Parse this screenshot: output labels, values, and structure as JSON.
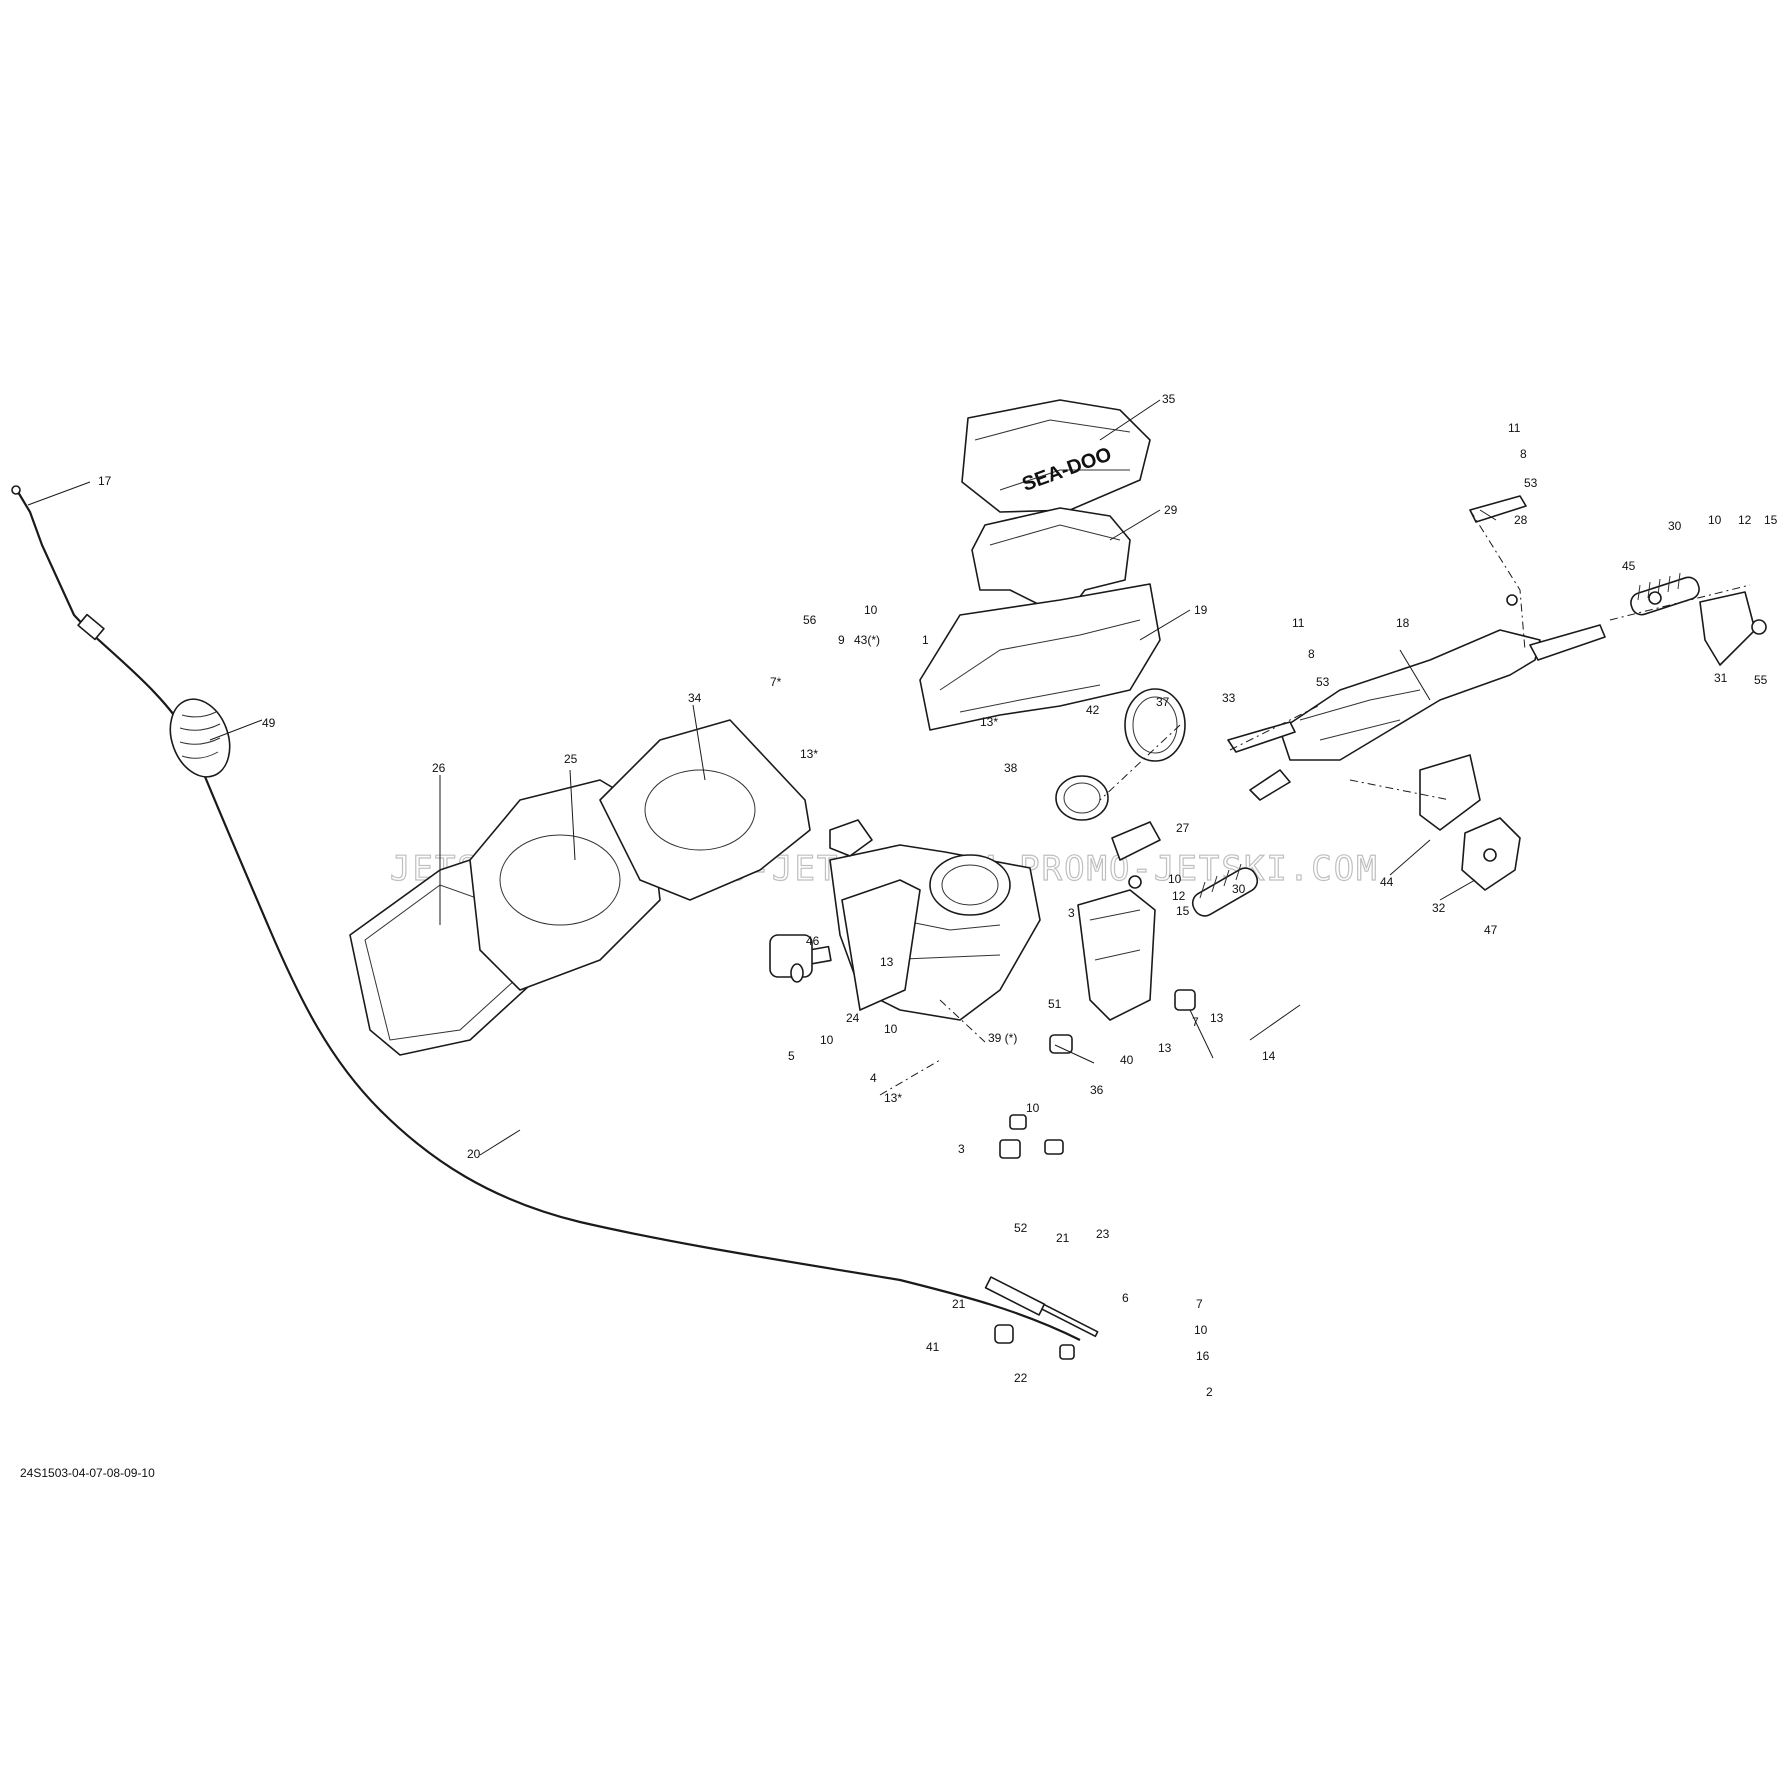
{
  "diagram": {
    "document_code": "24S1503-04-07-08-09-10",
    "watermark": "JETSKI.COM  PROMO-JETSKI.COM  PROMO-JETSKI.COM",
    "logo_text": "SEA-DOO",
    "callouts": {
      "c17": "17",
      "c49": "49",
      "c20": "20",
      "c26": "26",
      "c25": "25",
      "c34": "34",
      "c56": "56",
      "c10a": "10",
      "c9": "9",
      "c43": "43(*)",
      "c1": "1",
      "c7s": "7*",
      "c13s_a": "13*",
      "c13s_b": "13*",
      "c38": "38",
      "c35": "35",
      "c29": "29",
      "c19": "19",
      "c42": "42",
      "c37": "37",
      "c46": "46",
      "c27": "27",
      "c30a": "30",
      "c10b": "10",
      "c15a": "15",
      "c12a": "12",
      "c3a": "3",
      "c13a": "13",
      "c24": "24",
      "c10c": "10",
      "c5": "5",
      "c10d": "10",
      "c4": "4",
      "c13s_c": "13*",
      "c39": "39 (*)",
      "c51": "51",
      "c40": "40",
      "c36": "36",
      "c10e": "10",
      "c3b": "3",
      "c13b": "13",
      "c7a": "7",
      "c13c": "13",
      "c14": "14",
      "c11a": "11",
      "c8a": "8",
      "c53a": "53",
      "c28": "28",
      "c11b": "11",
      "c8b": "8",
      "c53b": "53",
      "c33": "33",
      "c18": "18",
      "c45": "45",
      "c30b": "30",
      "c10f": "10",
      "c12b": "12",
      "c15b": "15",
      "c31": "31",
      "c55": "55",
      "c44": "44",
      "c32": "32",
      "c47": "47",
      "c52": "52",
      "c21a": "21",
      "c23": "23",
      "c21b": "21",
      "c41": "41",
      "c22": "22",
      "c6": "6",
      "c7b": "7",
      "c10g": "10",
      "c16": "16",
      "c2": "2"
    }
  }
}
